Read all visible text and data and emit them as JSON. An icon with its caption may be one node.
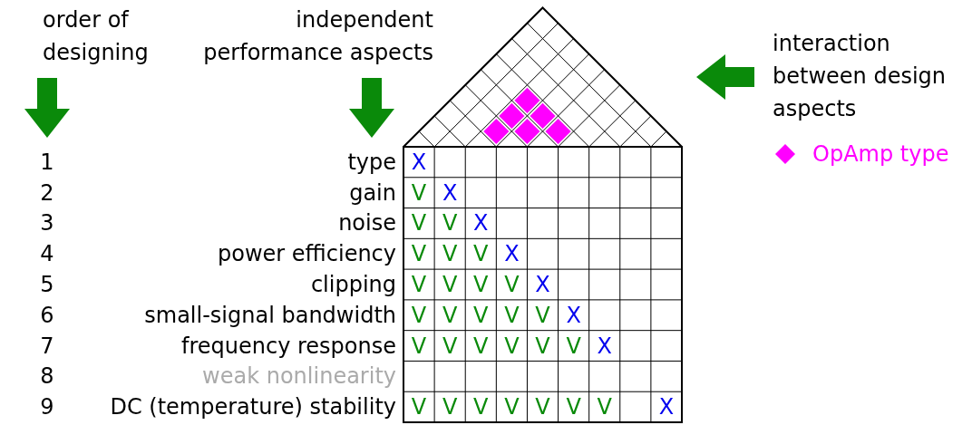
{
  "diagram": {
    "labels": [
      "order of designing",
      "independent performance aspects",
      "interaction between design aspects",
      "1",
      "type",
      "X",
      "2",
      "gain",
      "V",
      "X",
      "3",
      "noise",
      "V",
      "V",
      "X",
      "4",
      "power efficiency",
      "V",
      "V",
      "V",
      "X",
      "5",
      "clipping",
      "V",
      "V",
      "V",
      "V",
      "X",
      "6",
      "small-signal bandwidth",
      "V",
      "V",
      "V",
      "V",
      "V",
      "X",
      "7",
      "frequency response",
      "V",
      "V",
      "V",
      "V",
      "V",
      "V",
      "X",
      "8",
      "weak nonlinearity",
      "9",
      "DC (temperature) stability",
      "V",
      "V",
      "V",
      "V",
      "V",
      "V",
      "V",
      "X"
    ],
    "legend": [
      {
        "text": "OpAmp type",
        "color": "#ff00ff"
      }
    ]
  }
}
